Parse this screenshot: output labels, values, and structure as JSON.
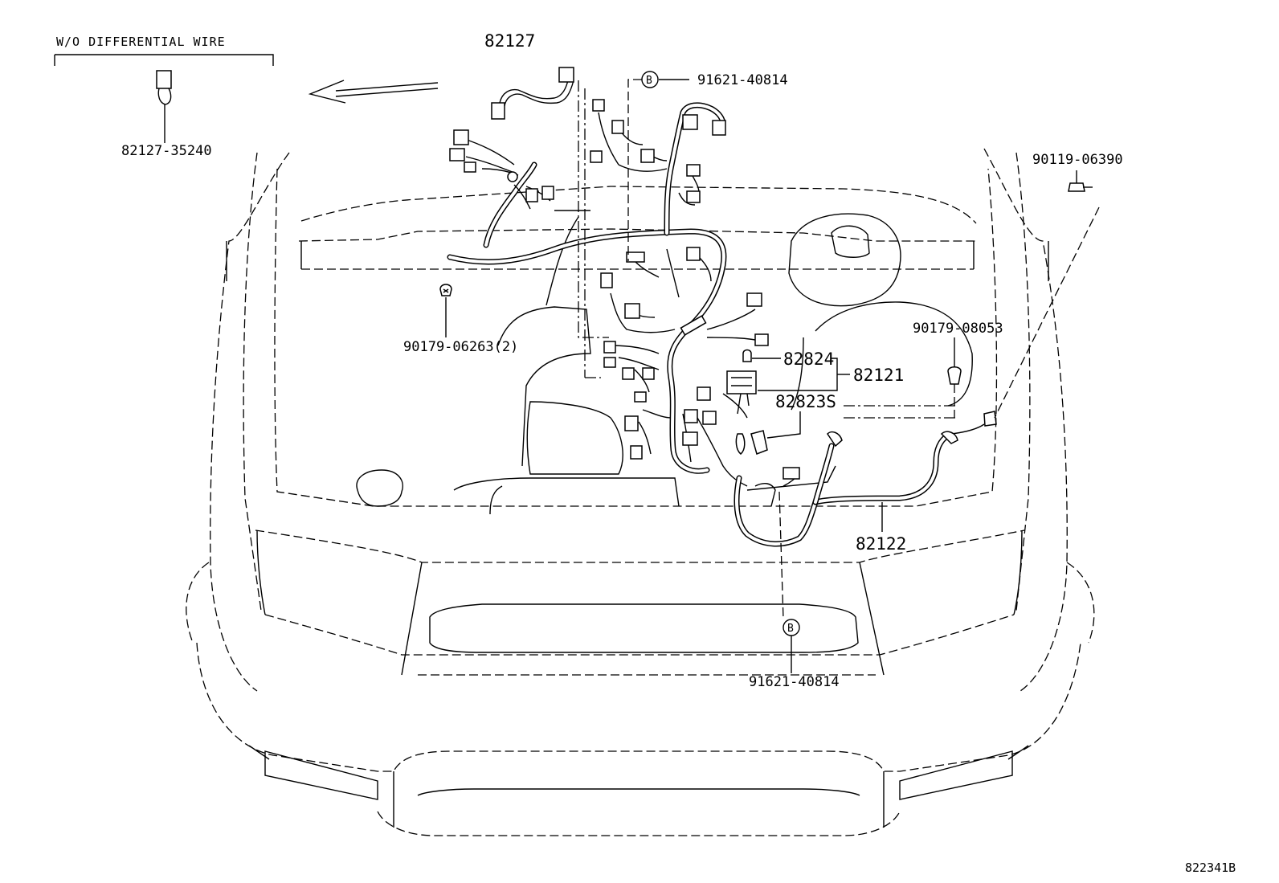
{
  "labels": {
    "wo_differential_wire": "W/O DIFFERENTIAL WIRE",
    "p_82127_35240": "82127-35240",
    "p_82127": "82127",
    "p_91621_40814_top": "91621-40814",
    "p_91621_40814_bottom": "91621-40814",
    "p_90119_06390": "90119-06390",
    "p_90179_06263": "90179-06263(2)",
    "p_90179_08053": "90179-08053",
    "p_82824": "82824",
    "p_82121": "82121",
    "p_82823s": "82823S",
    "p_82122": "82122",
    "marker_b_top": "B",
    "marker_b_bottom": "B",
    "figure_code": "822341B"
  },
  "icons": {
    "front_arrow": "left-arrow-icon",
    "bolt": "bolt-icon",
    "clip": "clip-icon",
    "connector": "connector-icon"
  },
  "colors": {
    "line": "#000000",
    "background": "#ffffff"
  }
}
